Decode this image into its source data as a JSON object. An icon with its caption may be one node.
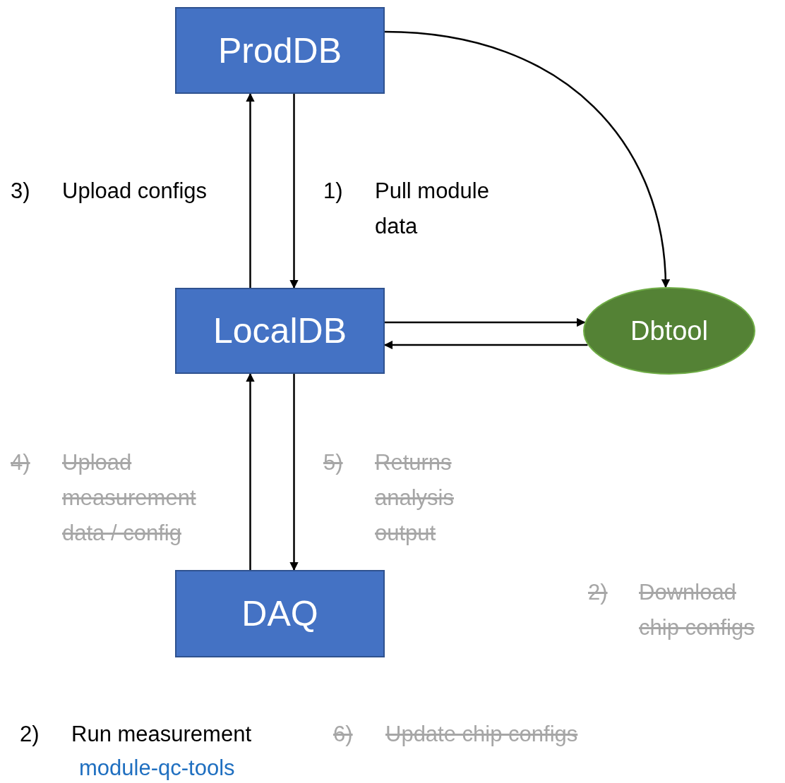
{
  "diagram": {
    "nodes": [
      {
        "text": [
          "ProdDB"
        ]
      },
      {
        "text": [
          "LocalDB"
        ]
      },
      {
        "text": [
          "Dbtool"
        ]
      },
      {
        "text": [
          "DAQ"
        ]
      }
    ],
    "edges": [
      {
        "from": 1,
        "to": 0,
        "arrow": "to"
      },
      {
        "from": 0,
        "to": 1,
        "arrow": "to"
      },
      {
        "from": 0,
        "to": 2,
        "arrow": "to"
      },
      {
        "from": 1,
        "to": 2,
        "arrow": "to"
      },
      {
        "from": 2,
        "to": 1,
        "arrow": "to"
      },
      {
        "from": 3,
        "to": 1,
        "arrow": "to"
      },
      {
        "from": 1,
        "to": 3,
        "arrow": "to"
      }
    ],
    "labels": [
      "3)",
      "Upload configs",
      "1)",
      "Pull module data",
      "4)",
      "Upload measurement data / config",
      "5)",
      "Returns analysis output",
      "2)",
      "Download chip configs",
      "2)",
      "Run measurement",
      "module-qc-tools",
      "6)",
      "Update chip configs"
    ]
  }
}
